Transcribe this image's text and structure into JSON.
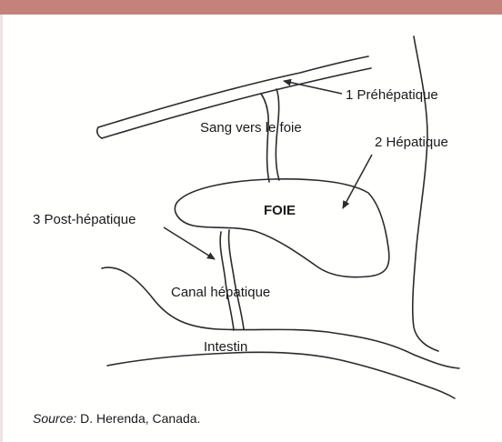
{
  "colors": {
    "top_bar": "#c4827b",
    "stroke": "#2b2b2b",
    "background": "#ffffff"
  },
  "diagram": {
    "labels": {
      "prehepatic": "1 Préhépatique",
      "blood_to_liver": "Sang vers le foie",
      "hepatic": "2 Hépatique",
      "liver": "FOIE",
      "posthepatic": "3 Post-hépatique",
      "bile_duct": "Canal hépatique",
      "intestine": "Intestin"
    }
  },
  "source": {
    "key": "Source:",
    "text": " D. Herenda, Canada."
  }
}
